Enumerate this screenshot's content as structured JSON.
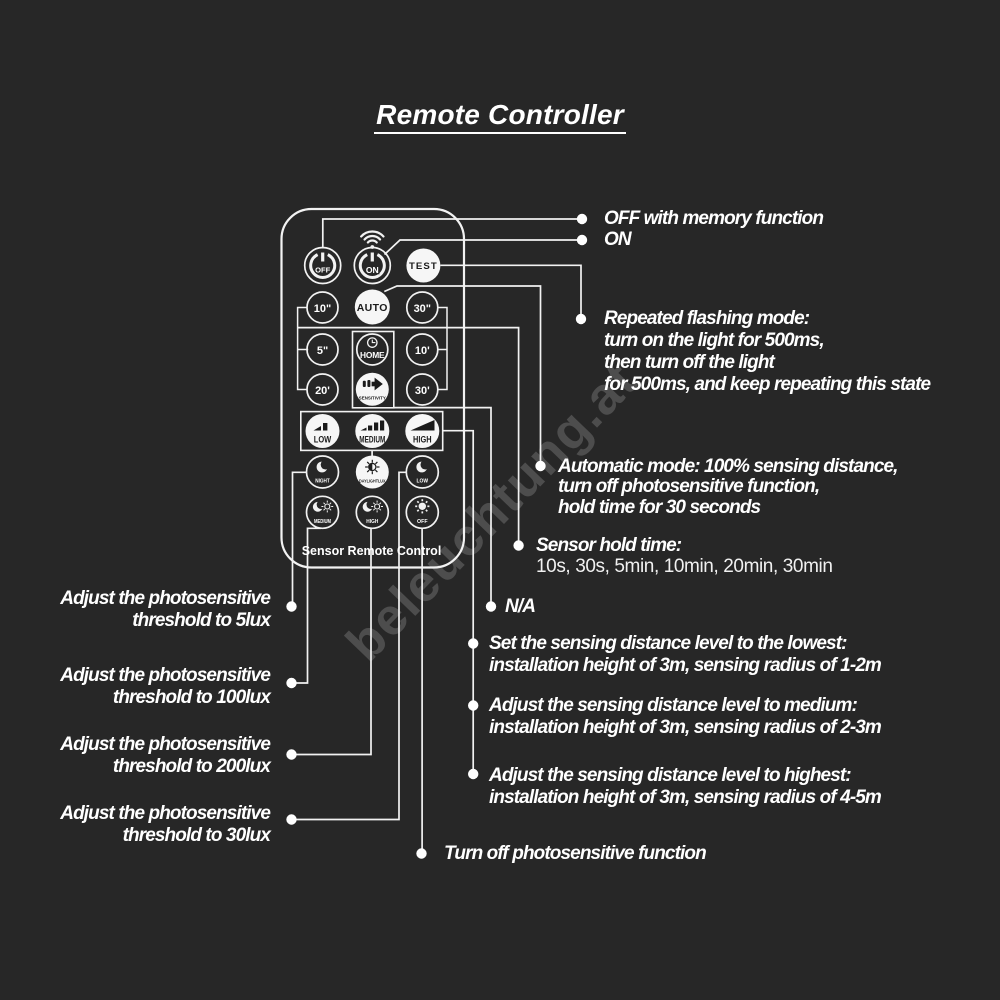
{
  "title": "Remote Controller",
  "watermark": "beleuchtung.at",
  "colors": {
    "background": "#272727",
    "ink": "#f2f2f2",
    "text": "#ffffff"
  },
  "remote": {
    "label": "Sensor Remote Control",
    "buttons": {
      "off": "OFF",
      "on": "ON",
      "test": "TEST",
      "t10s": "10\"",
      "auto": "AUTO",
      "t30s": "30\"",
      "t5s": "5\"",
      "home": "HOME",
      "t10m": "10'",
      "t20m": "20'",
      "sensitivity": "SENSITIVITY",
      "t30m": "30'",
      "dist_low": "LOW",
      "dist_medium": "MEDIUM",
      "dist_high": "HIGH",
      "night": "NIGHT",
      "daylightlux": "DAYLIGHTLUX",
      "lux_low": "LOW",
      "lux_medium": "MEDIUM",
      "lux_high": "HIGH",
      "lux_off": "OFF"
    }
  },
  "annotations": {
    "off_memory": {
      "lines": [
        "OFF with memory function"
      ]
    },
    "on": {
      "lines": [
        "ON"
      ]
    },
    "repeated_flashing": {
      "lines": [
        "Repeated flashing mode:",
        "turn on the light for 500ms,",
        "then turn off the light",
        "for 500ms, and keep repeating this state"
      ]
    },
    "automatic_mode": {
      "lines": [
        "Automatic mode: 100% sensing distance,",
        "turn off photosensitive function,",
        "hold time for 30 seconds"
      ]
    },
    "sensor_hold_time": {
      "heading": "Sensor hold time:",
      "detail": "10s, 30s, 5min, 10min, 20min, 30min"
    },
    "na": {
      "lines": [
        "N/A"
      ]
    },
    "distance_lowest": {
      "lines": [
        "Set the sensing distance level to the lowest:",
        "installation height of 3m, sensing radius of 1-2m"
      ]
    },
    "distance_medium": {
      "lines": [
        "Adjust the sensing distance level to medium:",
        "installation height of 3m, sensing radius of 2-3m"
      ]
    },
    "distance_highest": {
      "lines": [
        "Adjust the sensing distance level to highest:",
        "installation height of 3m, sensing radius of 4-5m"
      ]
    },
    "turn_off_photo": {
      "lines": [
        "Turn off photosensitive function"
      ]
    },
    "lux5": {
      "lines": [
        "Adjust the photosensitive",
        "threshold to 5lux"
      ]
    },
    "lux100": {
      "lines": [
        "Adjust the photosensitive",
        "threshold to 100lux"
      ]
    },
    "lux200": {
      "lines": [
        "Adjust the photosensitive",
        "threshold to 200lux"
      ]
    },
    "lux30": {
      "lines": [
        "Adjust the photosensitive",
        "threshold to 30lux"
      ]
    }
  }
}
